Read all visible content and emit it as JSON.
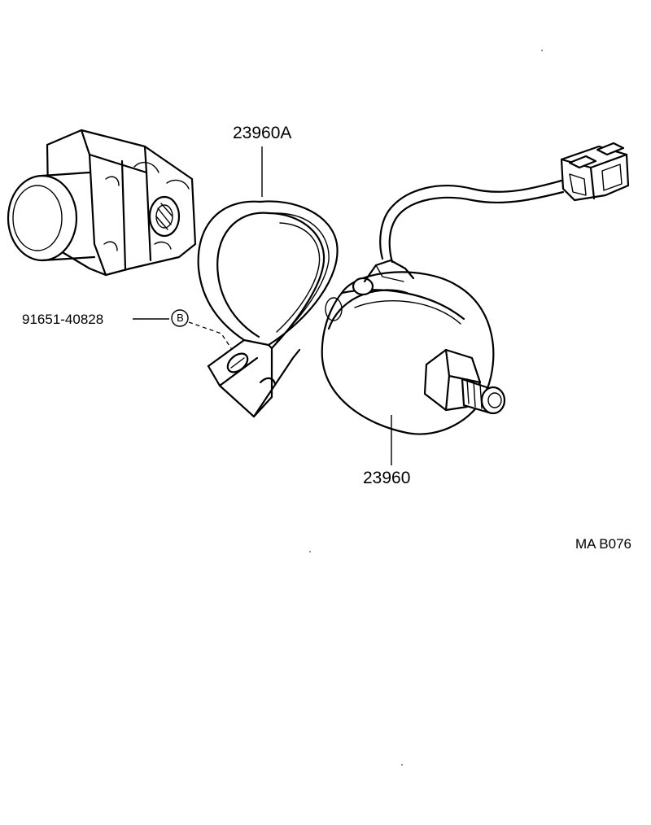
{
  "diagram": {
    "callouts": {
      "clamp_part": "23960A",
      "bolt_part": "91651-40828",
      "bolt_marker": "B",
      "sensor_part": "23960",
      "figure_code": "MA B076"
    }
  }
}
